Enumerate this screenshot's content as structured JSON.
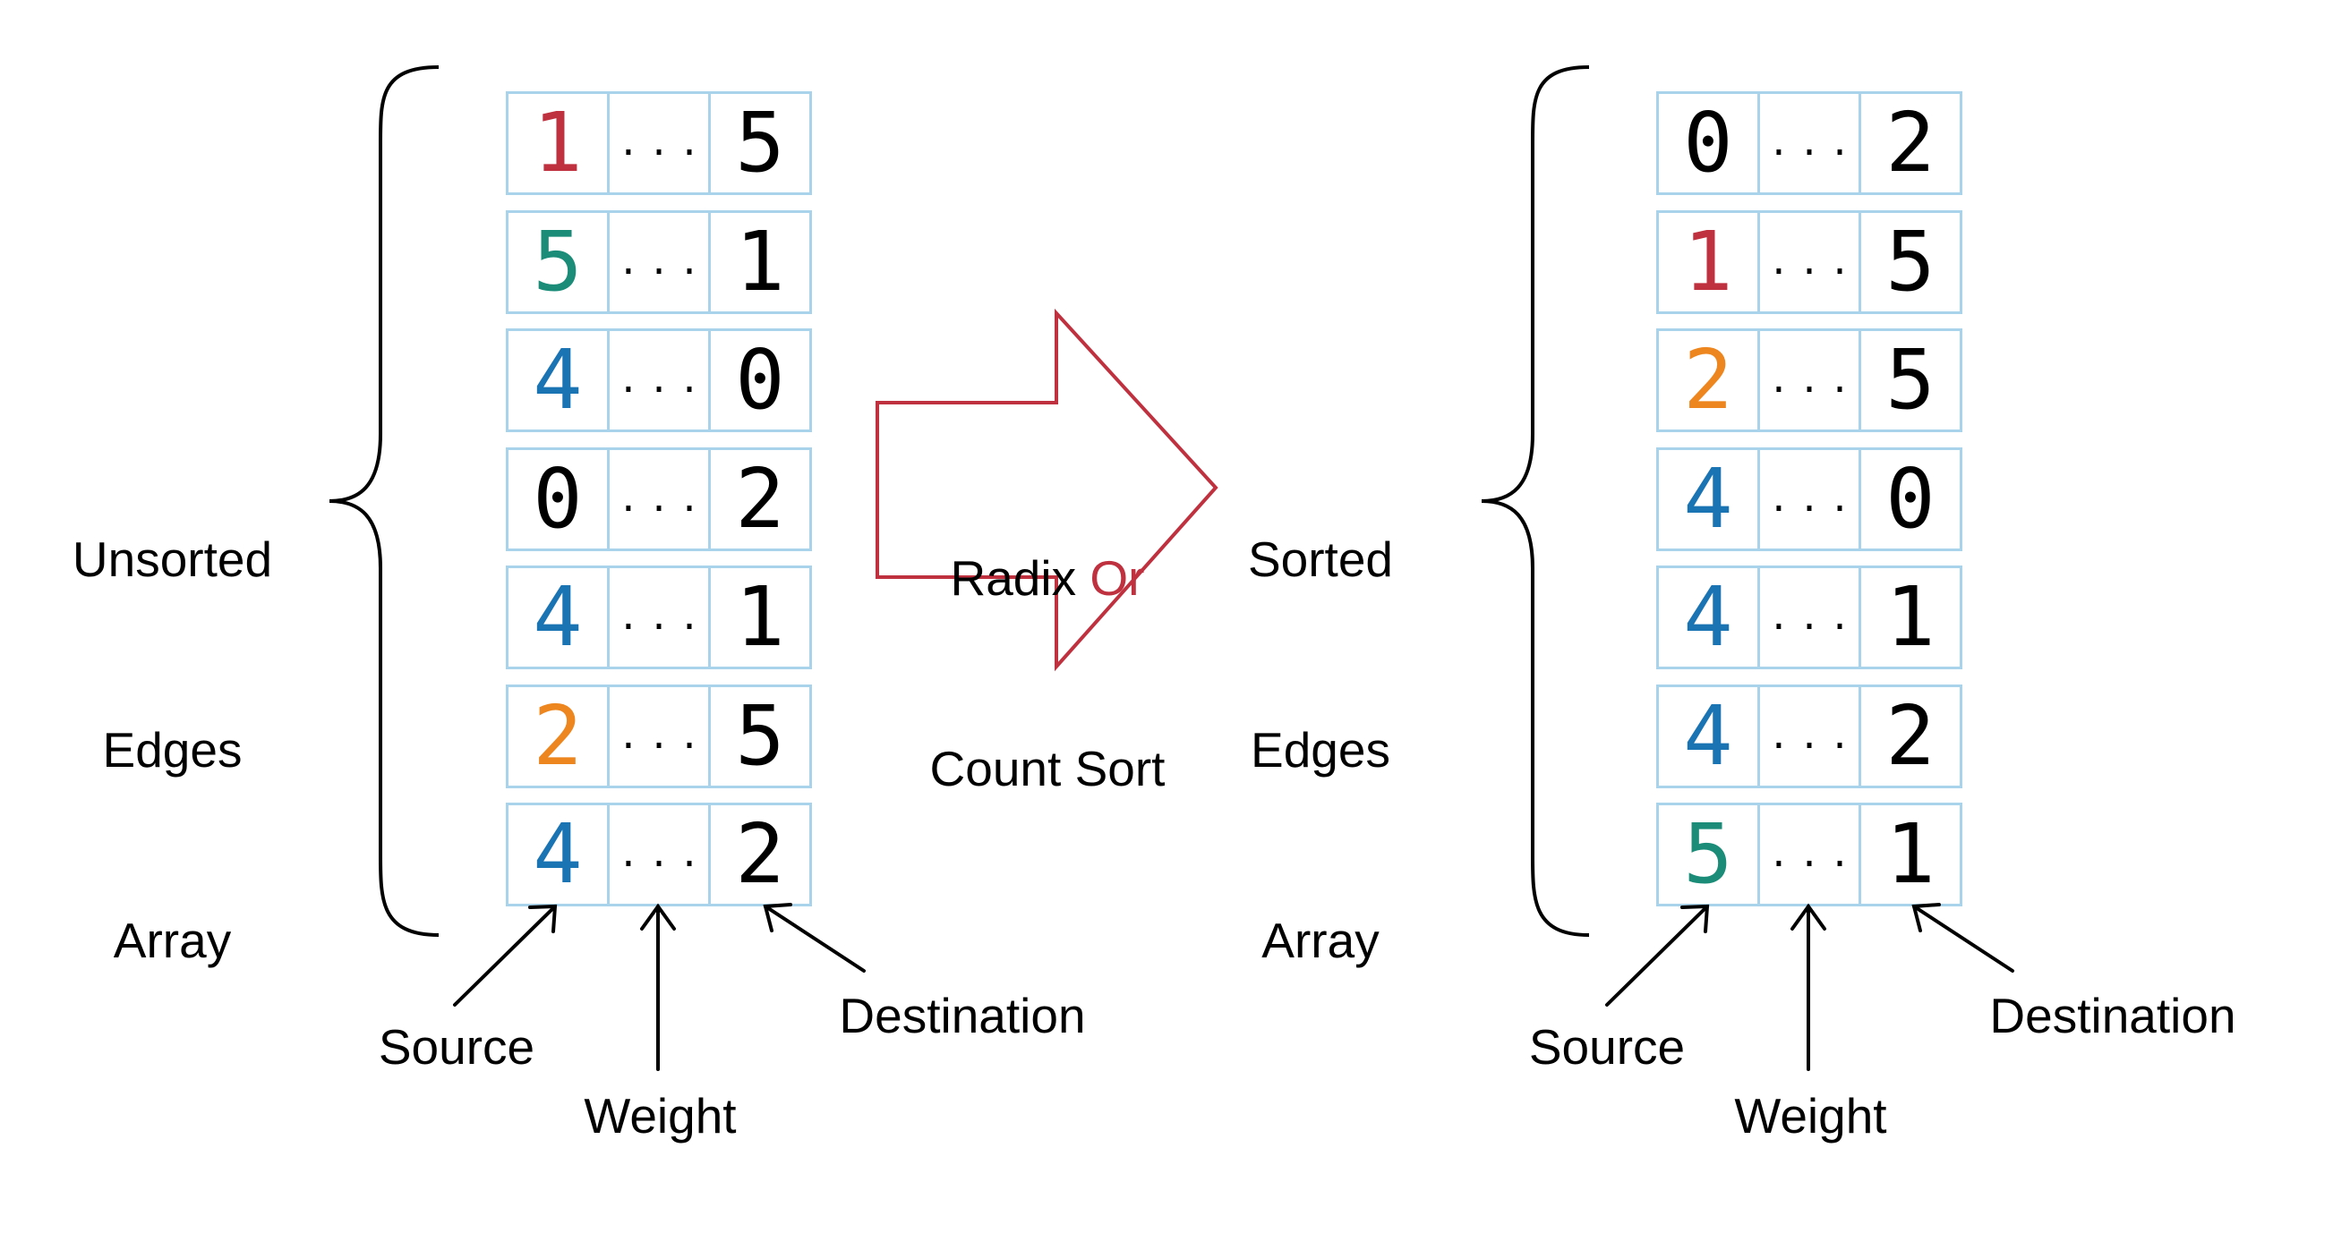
{
  "colors": {
    "red": "#c0313f",
    "green": "#1b8c78",
    "blue": "#1a73b3",
    "orange": "#ee8620",
    "black": "#000000",
    "cell_border": "#a9d3ea",
    "arrow_outline": "#c0313f"
  },
  "unsorted": {
    "label": [
      "Unsorted",
      "Edges",
      "Array"
    ],
    "rows": [
      {
        "source": "1",
        "weight": "...",
        "destination": "5",
        "source_color": "red"
      },
      {
        "source": "5",
        "weight": "...",
        "destination": "1",
        "source_color": "green"
      },
      {
        "source": "4",
        "weight": "...",
        "destination": "0",
        "source_color": "blue"
      },
      {
        "source": "0",
        "weight": "...",
        "destination": "2",
        "source_color": "black"
      },
      {
        "source": "4",
        "weight": "...",
        "destination": "1",
        "source_color": "blue"
      },
      {
        "source": "2",
        "weight": "...",
        "destination": "5",
        "source_color": "orange"
      },
      {
        "source": "4",
        "weight": "...",
        "destination": "2",
        "source_color": "blue"
      }
    ],
    "pointers": {
      "source": "Source",
      "weight": "Weight",
      "destination": "Destination"
    }
  },
  "arrow": {
    "line1_a": "Radix",
    "line1_b": "Or",
    "line2": "Count Sort"
  },
  "sorted": {
    "label": [
      "Sorted",
      "Edges",
      "Array"
    ],
    "rows": [
      {
        "source": "0",
        "weight": "...",
        "destination": "2",
        "source_color": "black"
      },
      {
        "source": "1",
        "weight": "...",
        "destination": "5",
        "source_color": "red"
      },
      {
        "source": "2",
        "weight": "...",
        "destination": "5",
        "source_color": "orange"
      },
      {
        "source": "4",
        "weight": "...",
        "destination": "0",
        "source_color": "blue"
      },
      {
        "source": "4",
        "weight": "...",
        "destination": "1",
        "source_color": "blue"
      },
      {
        "source": "4",
        "weight": "...",
        "destination": "2",
        "source_color": "blue"
      },
      {
        "source": "5",
        "weight": "...",
        "destination": "1",
        "source_color": "green"
      }
    ],
    "pointers": {
      "source": "Source",
      "weight": "Weight",
      "destination": "Destination"
    }
  }
}
